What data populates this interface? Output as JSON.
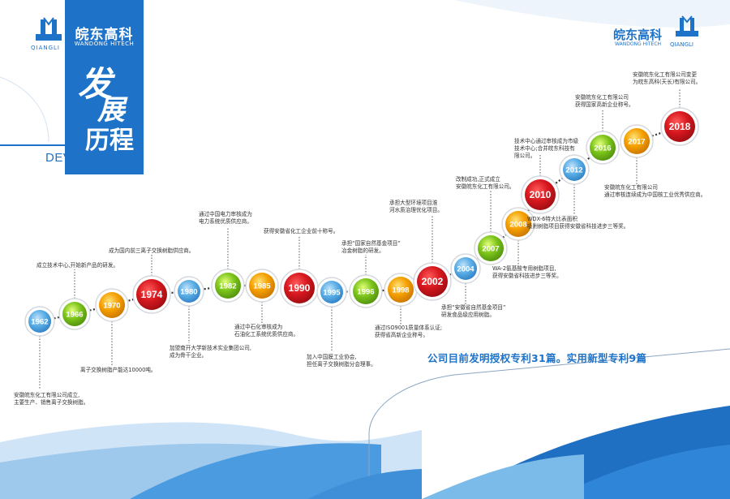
{
  "brand": {
    "name": "皖东高科",
    "english": "WANDONG HITECH",
    "short": "QIANGLI"
  },
  "title": {
    "line1": "发",
    "line2": "展",
    "line3": "历程",
    "english": "DEVELOPMENT"
  },
  "headline": "公司目前发明授权专利31篇。实用新型专利9篇",
  "colors": {
    "accent": "#1e73c9",
    "year_red": "#d7181f",
    "year_blue": "#4ea3e0",
    "year_green": "#7cc41a",
    "year_orange": "#f5a000"
  },
  "milestones": [
    {
      "year": "1962",
      "color": "blue",
      "note": [
        "安徽皖东化工有限公司成立,",
        "主要生产、销售离子交换树脂。"
      ]
    },
    {
      "year": "1966",
      "color": "green",
      "note": [
        "成立技术中心,开始新产品的研发。"
      ]
    },
    {
      "year": "1970",
      "color": "orange",
      "note": [
        "离子交换树脂产能达10000吨。"
      ]
    },
    {
      "year": "1974",
      "color": "red",
      "note": [
        "成为国内前三离子交换树脂供应商。"
      ]
    },
    {
      "year": "1980",
      "color": "blue",
      "note": [
        "加盟南开大学新技术实业集团公司,",
        "成为骨干企业。"
      ]
    },
    {
      "year": "1982",
      "color": "green",
      "note": [
        "通过中国电力审核成为",
        "电力系统优质供应商。"
      ]
    },
    {
      "year": "1985",
      "color": "orange",
      "note": [
        "通过中石化审核成为",
        "石油化工系统优质供应商。"
      ]
    },
    {
      "year": "1990",
      "color": "red",
      "note": [
        "获得安徽省化工企业前十称号。"
      ]
    },
    {
      "year": "1995",
      "color": "blue",
      "note": [
        "加入中国膜工业协会,",
        "担任离子交换树脂分会理事。"
      ]
    },
    {
      "year": "1996",
      "color": "green",
      "note": [
        "承担“国家自然基金项目”",
        "冶金树脂的研发。"
      ]
    },
    {
      "year": "1998",
      "color": "orange",
      "note": [
        "通过ISO9001质量体系认证;",
        "获得省高新企业称号。"
      ]
    },
    {
      "year": "2002",
      "color": "red",
      "note": [
        "承担大型环境项目淮",
        "河水质治理优化项目。"
      ]
    },
    {
      "year": "2004",
      "color": "blue",
      "note": [
        "承担“安徽省自然基金项目”",
        "研发食品级应用树脂。"
      ]
    },
    {
      "year": "2007",
      "color": "green",
      "note": [
        "改制成功,正式成立",
        "安徽皖东化工有限公司。"
      ]
    },
    {
      "year": "2008",
      "color": "orange",
      "note": [
        "WA-2氨基酸专用树脂项目,",
        "获得安徽省科技进步三等奖。"
      ]
    },
    {
      "year": "2010",
      "color": "red",
      "note": [
        "技术中心通过审核成为市级",
        "技术中心;合并皖东科技有",
        "限公司。"
      ]
    },
    {
      "year": "2012",
      "color": "blue",
      "note": [
        "WDX-6特大比表面积",
        "吸附树脂项目获得安徽省科技进步三等奖。"
      ]
    },
    {
      "year": "2016",
      "color": "green",
      "note": [
        "安徽皖东化工有限公司",
        "获得国家高新企业称号。"
      ]
    },
    {
      "year": "2017",
      "color": "orange",
      "note": [
        "安徽皖东化工有限公司",
        "通过审核连续成为中国核工业优秀供应商。"
      ]
    },
    {
      "year": "2018",
      "color": "red",
      "note": [
        "安徽皖东化工有限公司变更",
        "为皖东高科(天长)有限公司。"
      ]
    }
  ]
}
